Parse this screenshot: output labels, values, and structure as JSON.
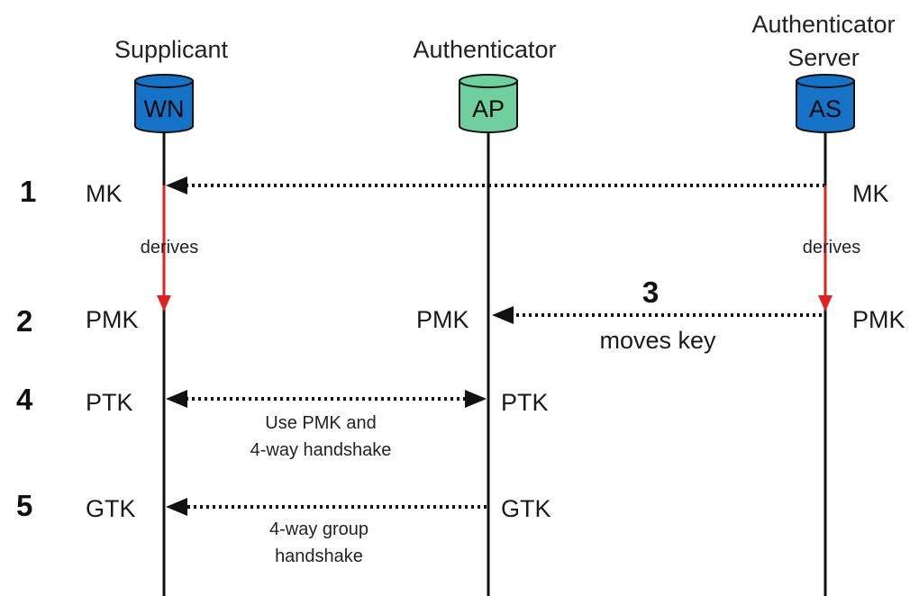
{
  "entities": {
    "supplicant": {
      "title": "Supplicant",
      "node": "WN",
      "color": "#1572c7"
    },
    "authenticator": {
      "title": "Authenticator",
      "node": "AP",
      "color": "#6fcf9f"
    },
    "server": {
      "title_line1": "Authenticator",
      "title_line2": "Server",
      "node": "AS",
      "color": "#1572c7"
    }
  },
  "steps": [
    "1",
    "2",
    "3",
    "4",
    "5"
  ],
  "keys": {
    "mk_left": "MK",
    "mk_right": "MK",
    "pmk_left": "PMK",
    "pmk_mid": "PMK",
    "pmk_right": "PMK",
    "ptk_left": "PTK",
    "ptk_mid": "PTK",
    "gtk_left": "GTK",
    "gtk_mid": "GTK"
  },
  "labels": {
    "derives_left": "derives",
    "derives_right": "derives",
    "moves_key": "moves key",
    "ptk_note_line1": "Use PMK and",
    "ptk_note_line2": "4-way handshake",
    "gtk_note_line1": "4-way group",
    "gtk_note_line2": "handshake"
  },
  "colors": {
    "derive_arrow": "#dd2222",
    "line": "#111111"
  }
}
